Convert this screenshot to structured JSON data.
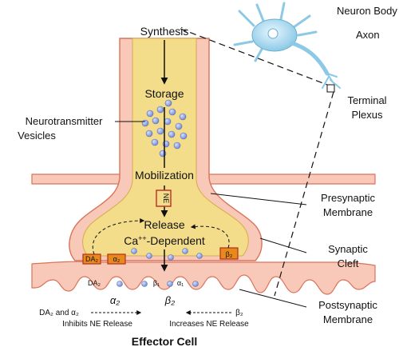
{
  "labels": {
    "synthesis": "Synthesis",
    "storage": "Storage",
    "neurotransmitter_line1": "Neurotransmitter",
    "neurotransmitter_line2": "Vesicles",
    "mobilization": "Mobilization",
    "ne_box": "NE",
    "release": "Release",
    "ca_prefix": "Ca",
    "ca_superscript": "++",
    "ca_suffix": "-Dependent",
    "neuron_body": "Neuron Body",
    "axon": "Axon",
    "terminal_line1": "Terminal",
    "terminal_line2": "Plexus",
    "presynaptic_line1": "Presynaptic",
    "presynaptic_line2": "Membrane",
    "synaptic_line1": "Synaptic",
    "synaptic_line2": "Cleft",
    "postsynaptic_line1": "Postsynaptic",
    "postsynaptic_line2": "Membrane",
    "effector_cell": "Effector Cell"
  },
  "receptors": {
    "pre_da2": "DA₂",
    "pre_alpha2": "α₂",
    "pre_beta2": "β₂",
    "post_da2": "DA₂",
    "post_beta1": "β₁",
    "post_alpha1": "α₁",
    "alpha2_center": "α₂",
    "beta2_center": "β₂"
  },
  "effects": {
    "left_line1": "DA₂ and α₂",
    "left_line2": "Inhibits NE Release",
    "right_line1": "β₂",
    "right_line2": "Increases NE Release"
  },
  "colors": {
    "membrane_pink": "#f8c9b8",
    "membrane_edge": "#d9735a",
    "axoplasm_yellow": "#f3dc8a",
    "vesicle_blue": "#7f95d6",
    "receptor_orange": "#e8891c",
    "receptor_red": "#b3301c",
    "neuron_blue": "#a9d8ee"
  }
}
